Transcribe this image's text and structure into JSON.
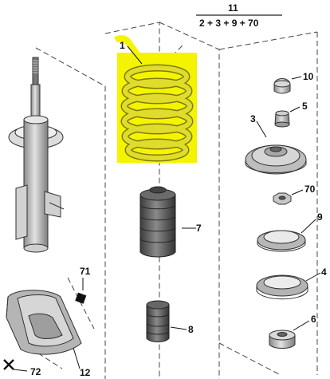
{
  "kit": {
    "number": "11",
    "composition": "2 + 3 + 9 + 70"
  },
  "callouts": [
    {
      "key": "spring",
      "number": "1"
    },
    {
      "key": "top-mount",
      "number": "3"
    },
    {
      "key": "bearing-4",
      "number": "4"
    },
    {
      "key": "nut-5",
      "number": "5"
    },
    {
      "key": "bump-stop-6",
      "number": "6"
    },
    {
      "key": "dust-boot",
      "number": "7"
    },
    {
      "key": "bump-stop-8",
      "number": "8"
    },
    {
      "key": "bearing-ring-9",
      "number": "9"
    },
    {
      "key": "cap",
      "number": "10"
    },
    {
      "key": "clip-70",
      "number": "70"
    },
    {
      "key": "clip-71",
      "number": "71"
    },
    {
      "key": "screw-72",
      "number": "72"
    },
    {
      "key": "heat-shield",
      "number": "12"
    }
  ],
  "colors": {
    "highlight": "#f4f400",
    "spring": "#d8d428",
    "spring_shadow": "#8f8c10",
    "parts_grey": "#b9b9b9",
    "parts_dark": "#5a5a5a",
    "line": "#333333"
  }
}
